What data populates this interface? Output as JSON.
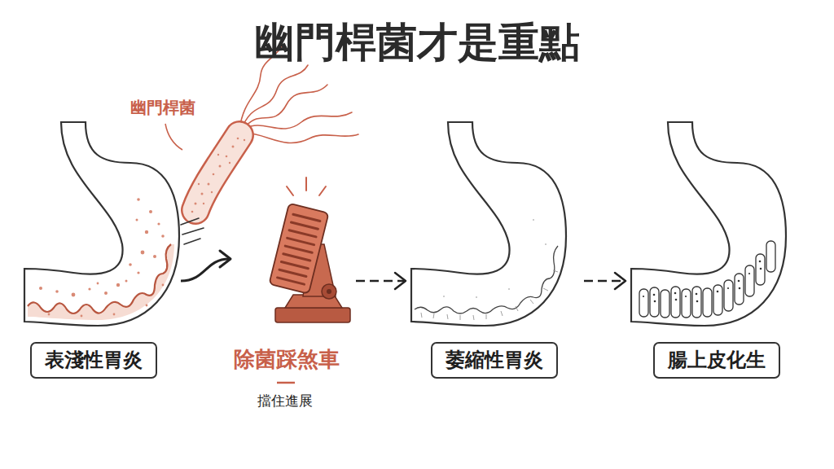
{
  "diagram": {
    "title": "幽門桿菌才是重點",
    "nodes": [
      {
        "text": [
          "表淺性胃炎"
        ]
      },
      {
        "text": [
          "除菌踩煞車",
          "擋住進展"
        ]
      },
      {
        "text": [
          "萎縮性胃炎"
        ]
      },
      {
        "text": [
          "腸上皮化生"
        ]
      }
    ],
    "edges": [
      {
        "from": 0,
        "to": 1,
        "arrow": "to"
      },
      {
        "from": 1,
        "to": 2,
        "arrow": "to"
      },
      {
        "from": 2,
        "to": 3,
        "arrow": "to"
      }
    ],
    "labels": [
      "幽門桿菌"
    ]
  }
}
